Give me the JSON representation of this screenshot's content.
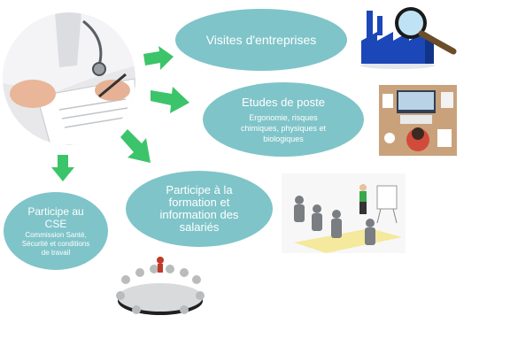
{
  "colors": {
    "bubble_fill": "#7fc4c9",
    "arrow_fill": "#3cc46a",
    "text": "#ffffff"
  },
  "center_image": {
    "icon": "doctor-writing-photo"
  },
  "nodes": {
    "visites": {
      "title": "Visites d'entreprises"
    },
    "etudes": {
      "title": "Etudes de poste",
      "subtitle": "Ergonomie, risques chimiques, physiques et biologiques"
    },
    "formation": {
      "title_lines": [
        "Participe à la",
        "formation et",
        "information des",
        "salariés"
      ]
    },
    "cse": {
      "title_lines": [
        "Participe au",
        "CSE"
      ],
      "subtitle_lines": [
        "Commission Santé,",
        "Sécurité et conditions",
        "de travail"
      ]
    }
  },
  "illustrations": {
    "factory": {
      "icon": "factory-magnifier-icon"
    },
    "desk": {
      "icon": "workstation-desk-icon"
    },
    "training": {
      "icon": "training-session-icon"
    },
    "meeting": {
      "icon": "meeting-table-icon"
    }
  }
}
